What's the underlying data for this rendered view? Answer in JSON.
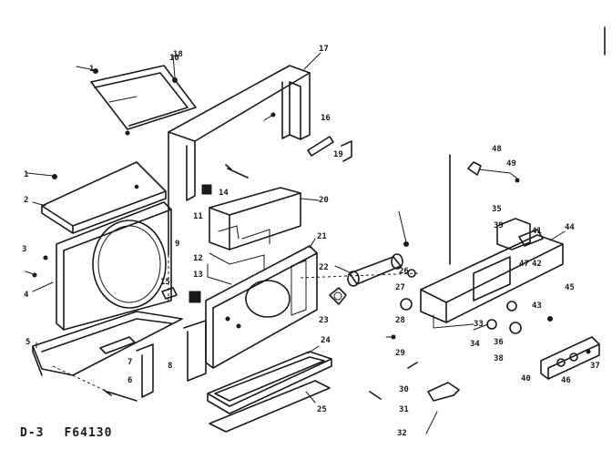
{
  "diagram": {
    "sheet": "D-3",
    "model": "F64130",
    "labels": [
      "1",
      "2",
      "3",
      "4",
      "5",
      "6",
      "7",
      "8",
      "9",
      "10",
      "11",
      "12",
      "13",
      "14",
      "15",
      "16",
      "17",
      "18",
      "19",
      "20",
      "21",
      "22",
      "23",
      "24",
      "25",
      "26",
      "27",
      "28",
      "29",
      "30",
      "31",
      "32",
      "33",
      "34",
      "35",
      "36",
      "37",
      "38",
      "39",
      "40",
      "41",
      "42",
      "43",
      "44",
      "45",
      "46",
      "47",
      "48",
      "49"
    ]
  }
}
